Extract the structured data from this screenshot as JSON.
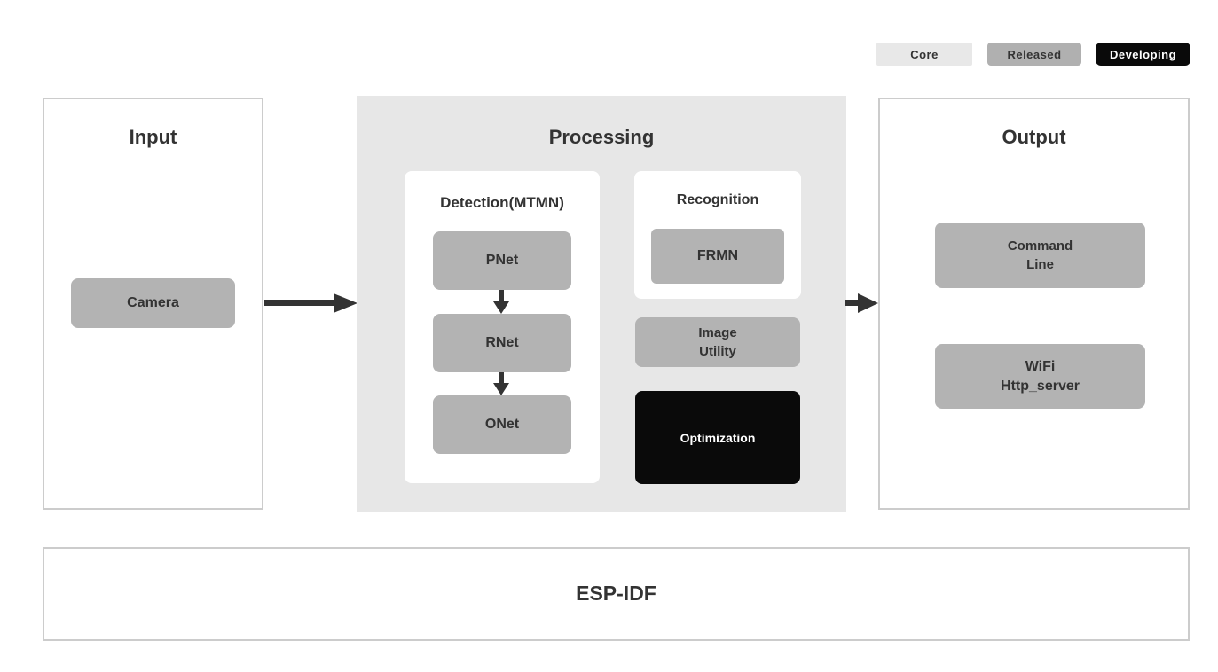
{
  "diagram": {
    "legend": [
      {
        "label": "Core",
        "bg": "#e8e8e8",
        "fg": "#333333"
      },
      {
        "label": "Released",
        "bg": "#b0b0b0",
        "fg": "#333333"
      },
      {
        "label": "Developing",
        "bg": "#0a0a0a",
        "fg": "#ffffff"
      }
    ],
    "input": {
      "title": "Input",
      "camera": "Camera"
    },
    "processing": {
      "title": "Processing",
      "detection": {
        "title": "Detection(MTMN)",
        "pnet": "PNet",
        "rnet": "RNet",
        "onet": "ONet"
      },
      "recognition": {
        "title": "Recognition",
        "frmn": "FRMN"
      },
      "image_utility": "Image\nUtility",
      "optimization": "Optimization"
    },
    "output": {
      "title": "Output",
      "command_line": "Command\nLine",
      "wifi_http_server": "WiFi\nHttp_server"
    },
    "foundation": "ESP-IDF",
    "colors": {
      "panel_border": "#cccccc",
      "processing_background": "#e7e7e7",
      "node_gray": "#b3b3b3",
      "node_black": "#0a0a0a",
      "legend_core": "#e8e8e8",
      "legend_released": "#b0b0b0",
      "legend_developing": "#0a0a0a",
      "text": "#333333",
      "arrow": "#333333"
    }
  }
}
